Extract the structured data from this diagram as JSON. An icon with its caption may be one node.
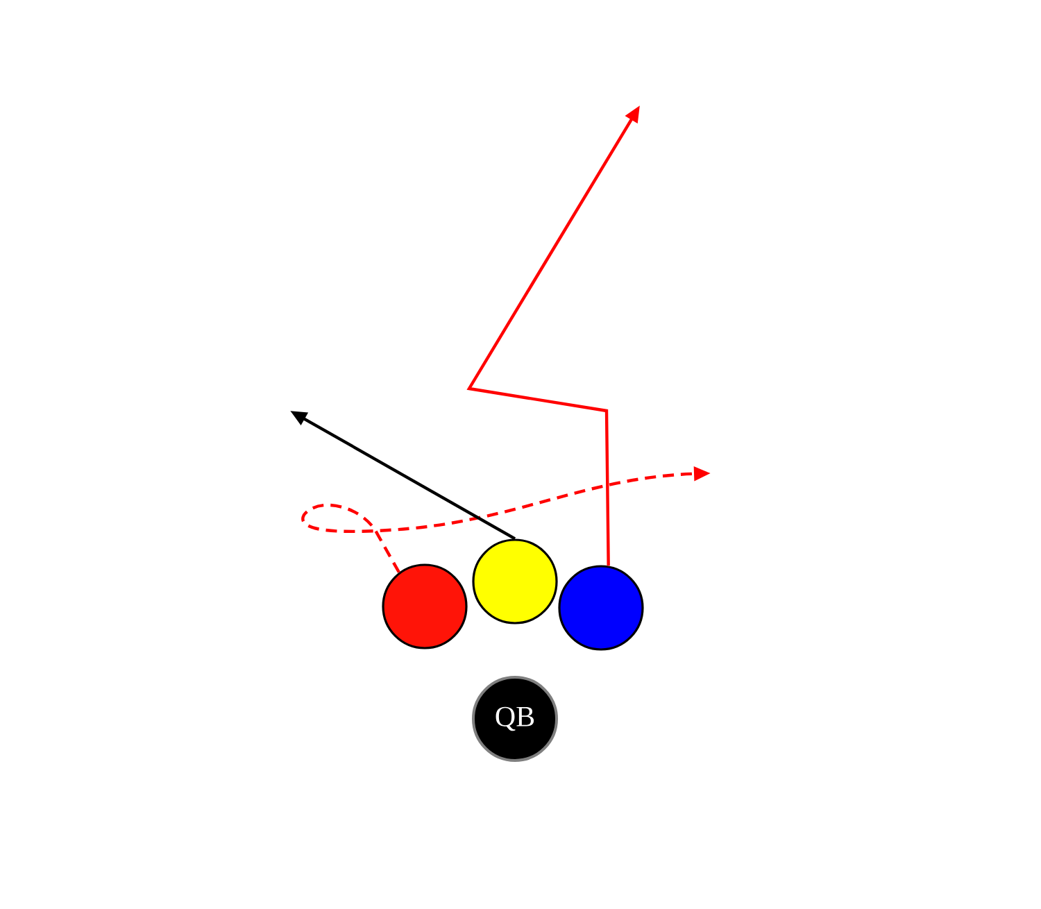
{
  "diagram": {
    "nodes": [
      {
        "text": [],
        "shape": "circle"
      },
      {
        "text": [],
        "shape": "circle"
      },
      {
        "text": [],
        "shape": "circle"
      },
      {
        "text": [
          "QB"
        ]
      }
    ],
    "edges": [
      {
        "from": 0,
        "to": null,
        "arrow": "to",
        "style": "dashed"
      },
      {
        "from": 1,
        "to": null,
        "arrow": "to",
        "color": "#000000"
      },
      {
        "from": 2,
        "to": null,
        "arrow": "to"
      }
    ]
  }
}
